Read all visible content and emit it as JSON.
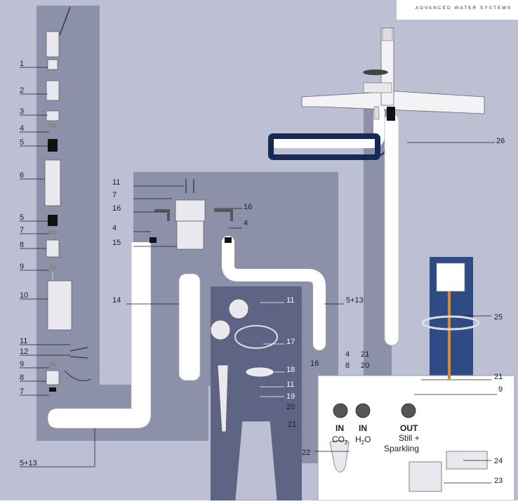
{
  "brand": "ADVANCED WATER SYSTEMS",
  "callouts": {
    "left": [
      "1",
      "2",
      "3",
      "4",
      "5",
      "6",
      "5",
      "7",
      "8",
      "9",
      "10",
      "11",
      "12",
      "9",
      "8",
      "7"
    ],
    "pump": [
      "11",
      "7",
      "16",
      "16",
      "4",
      "4",
      "15"
    ],
    "center": [
      "14",
      "11",
      "17",
      "18",
      "11",
      "19",
      "20",
      "21"
    ],
    "unit": [
      "5+13",
      "4",
      "21",
      "16",
      "8",
      "20",
      "21",
      "9",
      "25",
      "26",
      "22",
      "24",
      "23"
    ],
    "bottom_left": "5+13"
  },
  "ports": {
    "co2": {
      "title": "IN",
      "sub": "CO",
      "sub2": "2"
    },
    "water": {
      "title": "IN",
      "sub": "H",
      "sub2": "2",
      "sub3": "O"
    },
    "out": {
      "title": "OUT",
      "line1": "Still +",
      "line2": "Sparkling"
    }
  },
  "colors": {
    "light_panel": "#bdbfd2",
    "mid_panel": "#8c90a8",
    "dark_panel": "#5d6484",
    "tube_blue": "#142a55",
    "cable": "#d98a2a"
  }
}
